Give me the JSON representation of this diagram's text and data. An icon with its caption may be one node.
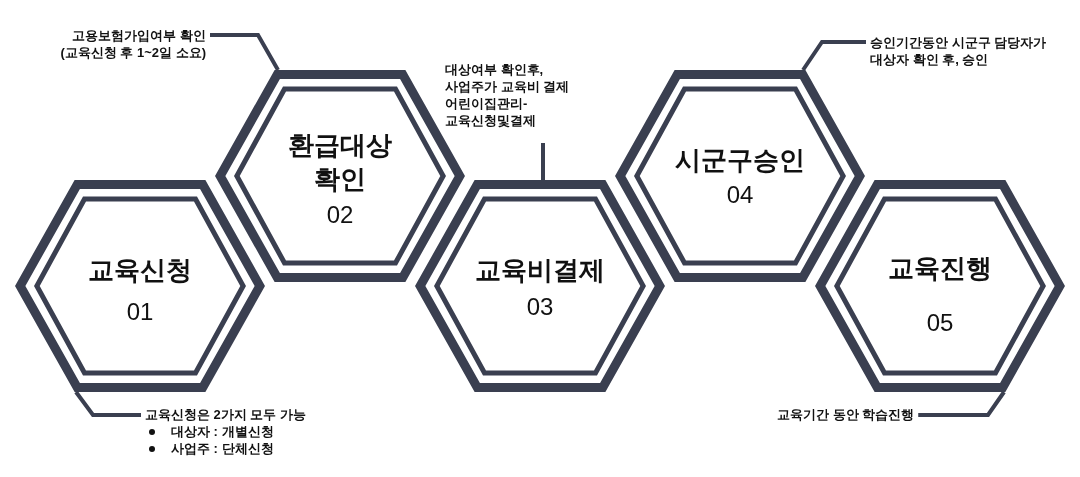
{
  "diagram": {
    "nodes": [
      {
        "text": [
          "교육신청",
          "01"
        ]
      },
      {
        "text": [
          "환급대상 확인",
          "02"
        ]
      },
      {
        "text": [
          "교육비결제",
          "03"
        ]
      },
      {
        "text": [
          "시군구승인",
          "04"
        ]
      },
      {
        "text": [
          "교육진행",
          "05"
        ]
      },
      {
        "text": [
          "고용보험가입여부 확인 (교육신청 후 1~2일 소요)"
        ]
      },
      {
        "text": [
          "승인기간동안 시군구 담당자가 대상자 확인 후, 승인"
        ]
      },
      {
        "text": [
          "대상여부 확인후, 사업주가 교육비 결제 어린이집관리-교육신청및결제"
        ]
      },
      {
        "text": [
          "교육신청은 2가지 모두 가능",
          "대상자 : 개별신청",
          "사업주 : 단체신청"
        ]
      },
      {
        "text": [
          "교육기간 동안 학습진행"
        ]
      }
    ],
    "edges": [
      {
        "from": 5,
        "to": 1,
        "arrow": "none"
      },
      {
        "from": 6,
        "to": 3,
        "arrow": "none"
      },
      {
        "from": 7,
        "to": 2,
        "arrow": "none"
      },
      {
        "from": 8,
        "to": 0,
        "arrow": "none"
      },
      {
        "from": 9,
        "to": 4,
        "arrow": "none"
      }
    ]
  }
}
